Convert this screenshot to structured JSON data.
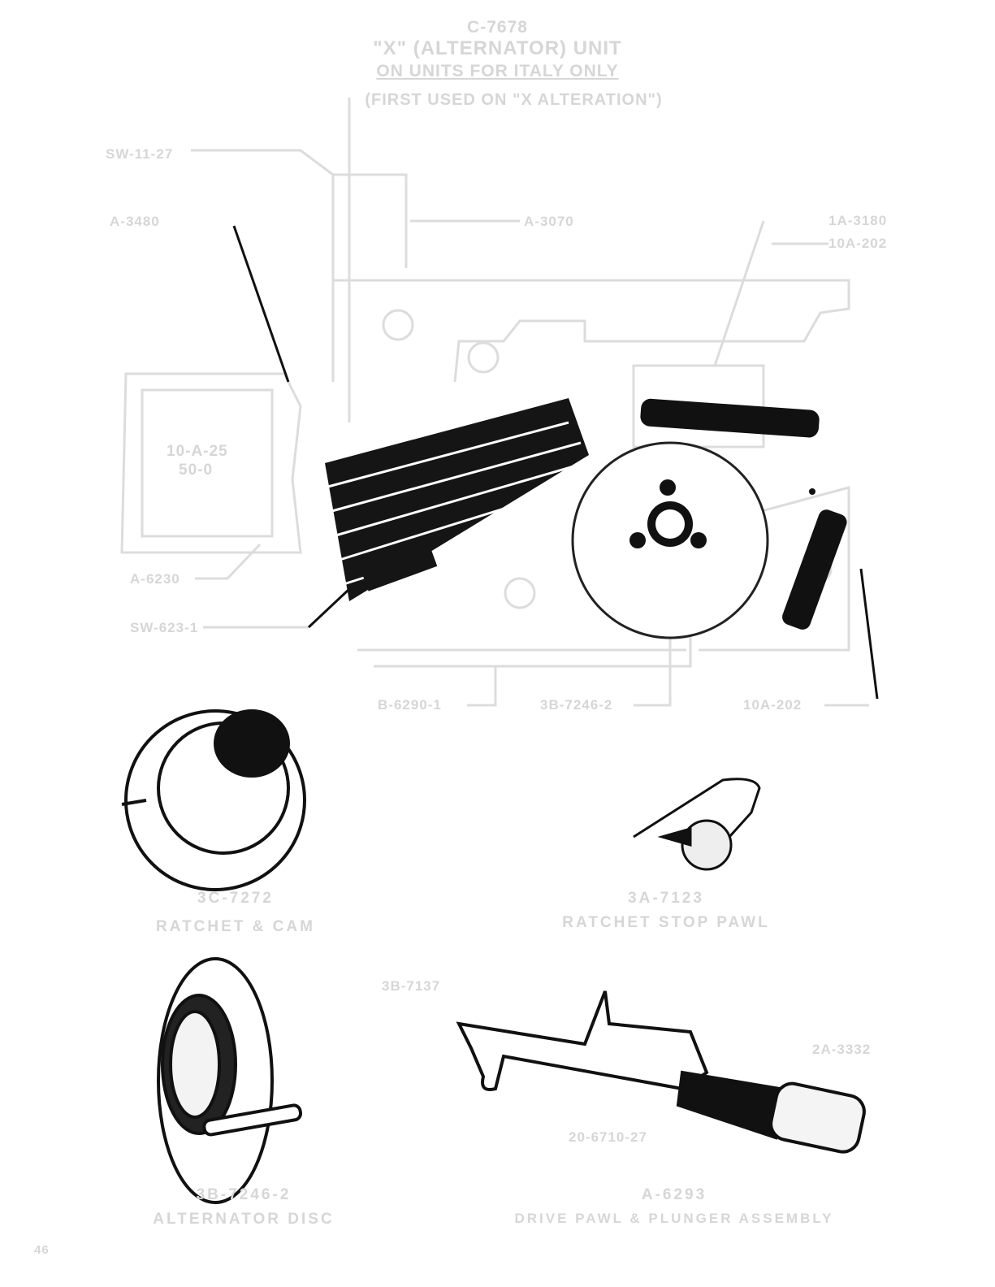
{
  "title": {
    "part_no": "C-7678",
    "unit": "\"X\" (ALTERNATOR) UNIT",
    "note": "ON UNITS FOR ITALY ONLY",
    "first_used": "(FIRST USED ON \"X ALTERATION\")"
  },
  "callouts": {
    "sw_11_27": "SW-11-27",
    "a_3480": "A-3480",
    "a_3070": "A-3070",
    "a_3180": "1A-3180",
    "a_202_top": "10A-202",
    "box_part": "10-A-25",
    "box_part2": "50-0",
    "a_6230": "A-6230",
    "sw_623_1": "SW-623-1",
    "b_6290_1": "B-6290-1",
    "b_7246_2": "3B-7246-2",
    "a_202_bottom": "10A-202",
    "b_7137": "3B-7137",
    "a_3332": "2A-3332",
    "p_6710_27": "20-6710-27"
  },
  "figures": [
    {
      "part": "3C-7272",
      "name": "RATCHET & CAM"
    },
    {
      "part": "3A-7123",
      "name": "RATCHET STOP PAWL"
    },
    {
      "part": "3B-7246-2",
      "name": "ALTERNATOR DISC"
    },
    {
      "part": "A-6293",
      "name": "DRIVE PAWL & PLUNGER ASSEMBLY"
    }
  ],
  "page_number": "46"
}
